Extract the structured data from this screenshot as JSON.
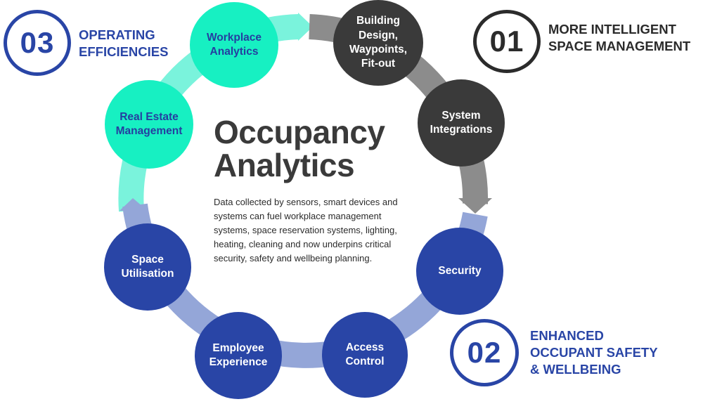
{
  "title": "Occupancy\nAnalytics",
  "description": "Data collected by sensors, smart devices and systems can fuel workplace management systems, space reservation systems, lighting, heating, cleaning and now underpins critical security, safety and wellbeing planning.",
  "colors": {
    "teal": "#17f0c2",
    "teal_arc": "#7af3dc",
    "dark": "#3a3a3a",
    "dark_arc": "#8c8c8c",
    "blue": "#2945a6",
    "blue_arc": "#94a6d8"
  },
  "badges": [
    {
      "number": "01",
      "heading": "MORE INTELLIGENT\nSPACE MANAGEMENT"
    },
    {
      "number": "02",
      "heading": "ENHANCED\nOCCUPANT SAFETY\n& WELLBEING"
    },
    {
      "number": "03",
      "heading": "OPERATING\nEFFICIENCIES"
    }
  ],
  "nodes": [
    {
      "label": "Building\nDesign,\nWaypoints,\nFit-out",
      "group": "dark"
    },
    {
      "label": "System\nIntegrations",
      "group": "dark"
    },
    {
      "label": "Security",
      "group": "blue"
    },
    {
      "label": "Access\nControl",
      "group": "blue"
    },
    {
      "label": "Employee\nExperience",
      "group": "blue"
    },
    {
      "label": "Space\nUtilisation",
      "group": "blue"
    },
    {
      "label": "Real Estate\nManagement",
      "group": "teal"
    },
    {
      "label": "Workplace\nAnalytics",
      "group": "teal"
    }
  ]
}
